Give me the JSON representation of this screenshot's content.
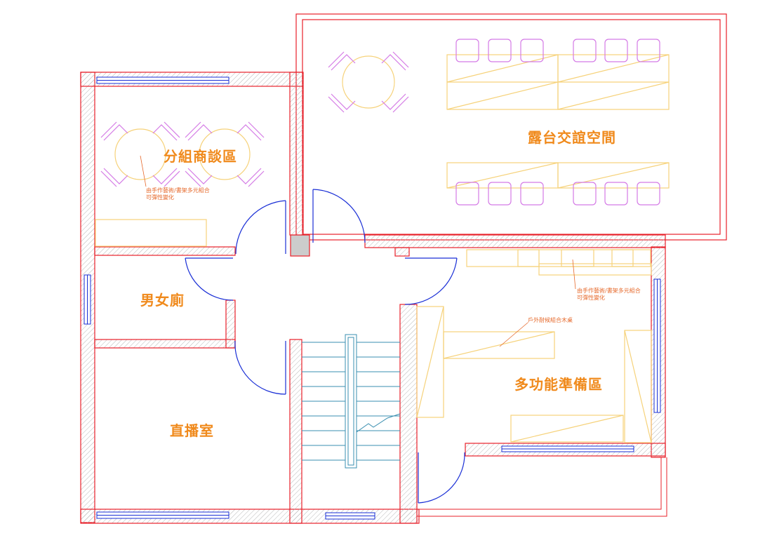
{
  "rooms": {
    "group_discussion": "分組商談區",
    "terrace": "露台交誼空間",
    "restroom": "男女廁",
    "live_room": "直播室",
    "prep_area": "多功能準備區"
  },
  "notes": {
    "group_shelf_line1": "由手作藝術/書架多元組合",
    "group_shelf_line2": "可彈性變化",
    "prep_shelf_line1": "由手作藝術/書架多元組合",
    "prep_shelf_line2": "可彈性變化",
    "outdoor_table": "戶外耐候組合木桌"
  },
  "colors": {
    "wall": "#e8202a",
    "hatch": "#b8b8b8",
    "door": "#1a2fd6",
    "furniture": "#f6d27a",
    "chair": "#d47ae6",
    "stair": "#3a8fb0",
    "label": "#f08a1c"
  }
}
